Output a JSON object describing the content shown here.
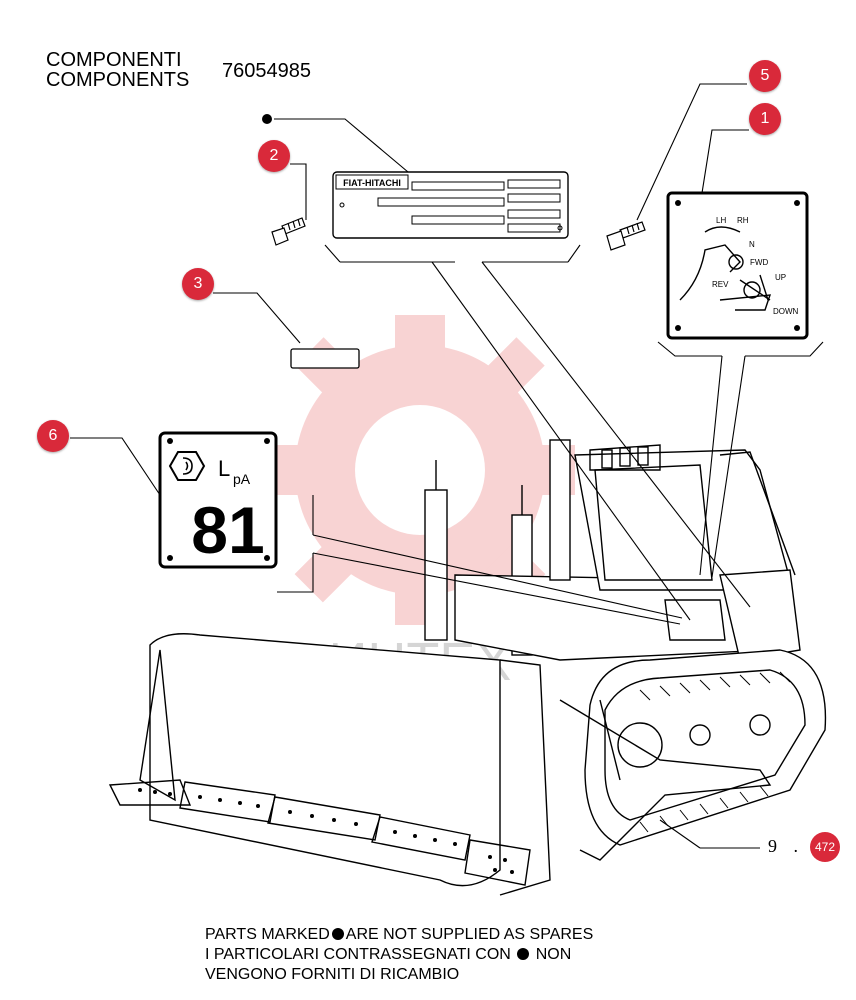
{
  "header": {
    "label_it": "COMPONENTI",
    "label_en": "COMPONENTS",
    "part_number": "76054985"
  },
  "callouts": [
    {
      "number": "1"
    },
    {
      "number": "2"
    },
    {
      "number": "3"
    },
    {
      "number": "5"
    },
    {
      "number": "6"
    }
  ],
  "plate": {
    "brand": "FIAT-HITACHI"
  },
  "decal_controls": {
    "lh": "LH",
    "rh": "RH",
    "n": "N",
    "fwd": "FWD",
    "rev": "REV",
    "up": "UP",
    "down": "DOWN"
  },
  "noise_decal": {
    "label_l": "L",
    "label_sub": "pA",
    "value": "81"
  },
  "watermark": {
    "text": "ИНТЕХ",
    "color": "#e23a3a"
  },
  "reference": {
    "code": "9 . 9",
    "badge": "472"
  },
  "footer": {
    "line1_a": "PARTS MARKED",
    "line1_b": "ARE NOT SUPPLIED AS SPARES",
    "line2_a": "I PARTICOLARI  CONTRASSEGNATI  CON",
    "line2_b": "NON",
    "line3": "VENGONO FORNITI DI RICAMBIO"
  },
  "colors": {
    "callout": "#d9293a",
    "line": "#000000"
  }
}
